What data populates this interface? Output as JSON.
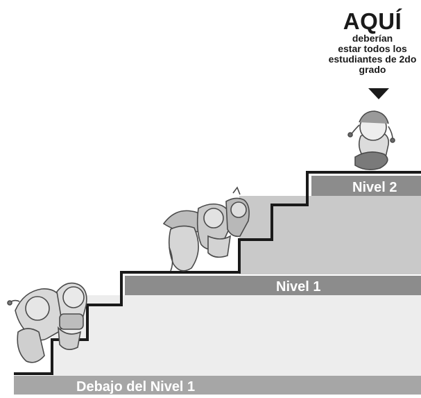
{
  "levels": [
    {
      "label": "Debajo del Nivel 1",
      "color": "#a6a6a6"
    },
    {
      "label": "Nivel 1",
      "color": "#8c8c8c"
    },
    {
      "label": "Nivel 2",
      "color": "#8c8c8c"
    }
  ],
  "callout": {
    "title": "AQUÍ",
    "lines": [
      "deberían",
      "estar todos los",
      "estudiantes de 2do",
      "grado"
    ]
  },
  "colors": {
    "stair_line": "#1a1a1a",
    "fill_light": "#ededed",
    "fill_mid": "#c9c9c9"
  },
  "icons": {
    "arrow": "down-triangle-icon",
    "students_low": "two-children-climbing-illustration",
    "students_mid": "three-children-climbing-illustration",
    "student_top": "girl-at-top-illustration"
  }
}
